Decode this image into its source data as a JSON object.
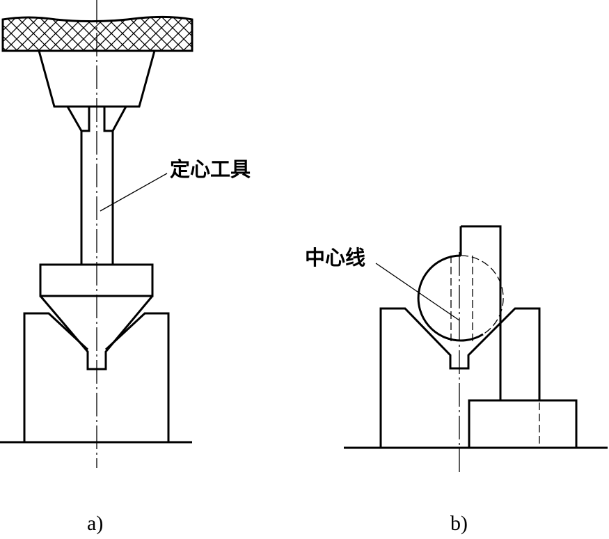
{
  "figure_a": {
    "label": "定心工具",
    "caption": "a)"
  },
  "figure_b": {
    "label": "中心线",
    "caption": "b)"
  }
}
